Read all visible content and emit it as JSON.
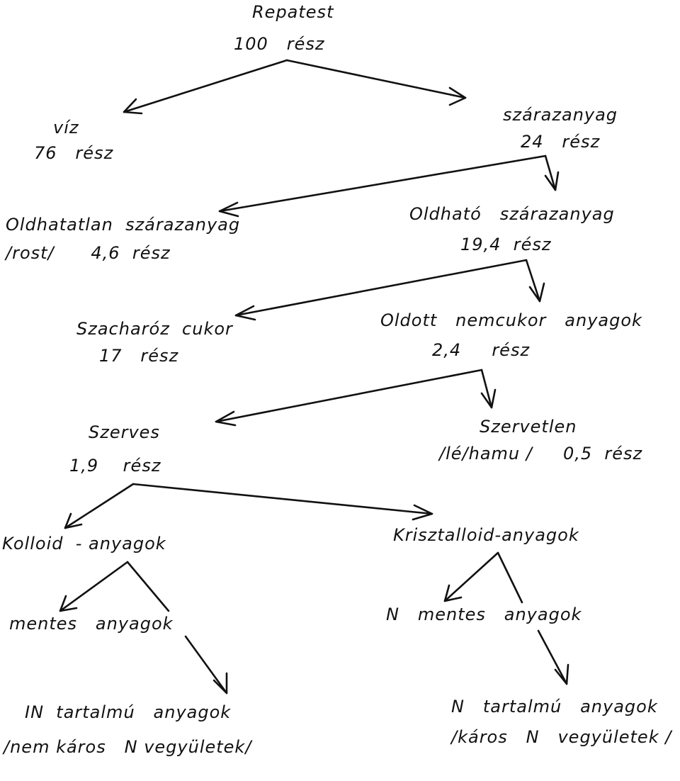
{
  "nodes": {
    "repatest": {
      "name": "Repatest",
      "amount": "100   rész"
    },
    "viz": {
      "name": "víz",
      "amount": "76   rész"
    },
    "szarazanyag": {
      "name": "szárazanyag",
      "amount": "24   rész"
    },
    "oldhatatlan": {
      "name": "Oldhatatlan  szárazanyag",
      "amount": "/rost/      4,6  rész"
    },
    "oldhato": {
      "name": "Oldható   szárazanyag",
      "amount": "19,4  rész"
    },
    "szacharoz": {
      "name": "Szacharóz  cukor",
      "amount": "17   rész"
    },
    "oldott": {
      "name": "Oldott   nemcukor   anyagok",
      "amount": "2,4     rész"
    },
    "szerves": {
      "name": "Szerves",
      "amount": "1,9    rész"
    },
    "szervetlen": {
      "name": "Szervetlen",
      "amount": "/lé/hamu /     0,5  rész"
    },
    "kolloid": {
      "name": "Kolloid  - anyagok"
    },
    "krisztalloid": {
      "name": "Krisztalloid-anyagok"
    },
    "kolloid_mentes": {
      "name": "mentes   anyagok"
    },
    "kolloid_tartalmu": {
      "name": "IN  tartalmú   anyagok",
      "note": "/nem káros   N vegyületek/"
    },
    "kriszt_mentes": {
      "name": "N   mentes   anyagok"
    },
    "kriszt_tartalmu": {
      "name": "N   tartalmú   anyagok",
      "note": "/káros   N   vegyületek /"
    }
  }
}
